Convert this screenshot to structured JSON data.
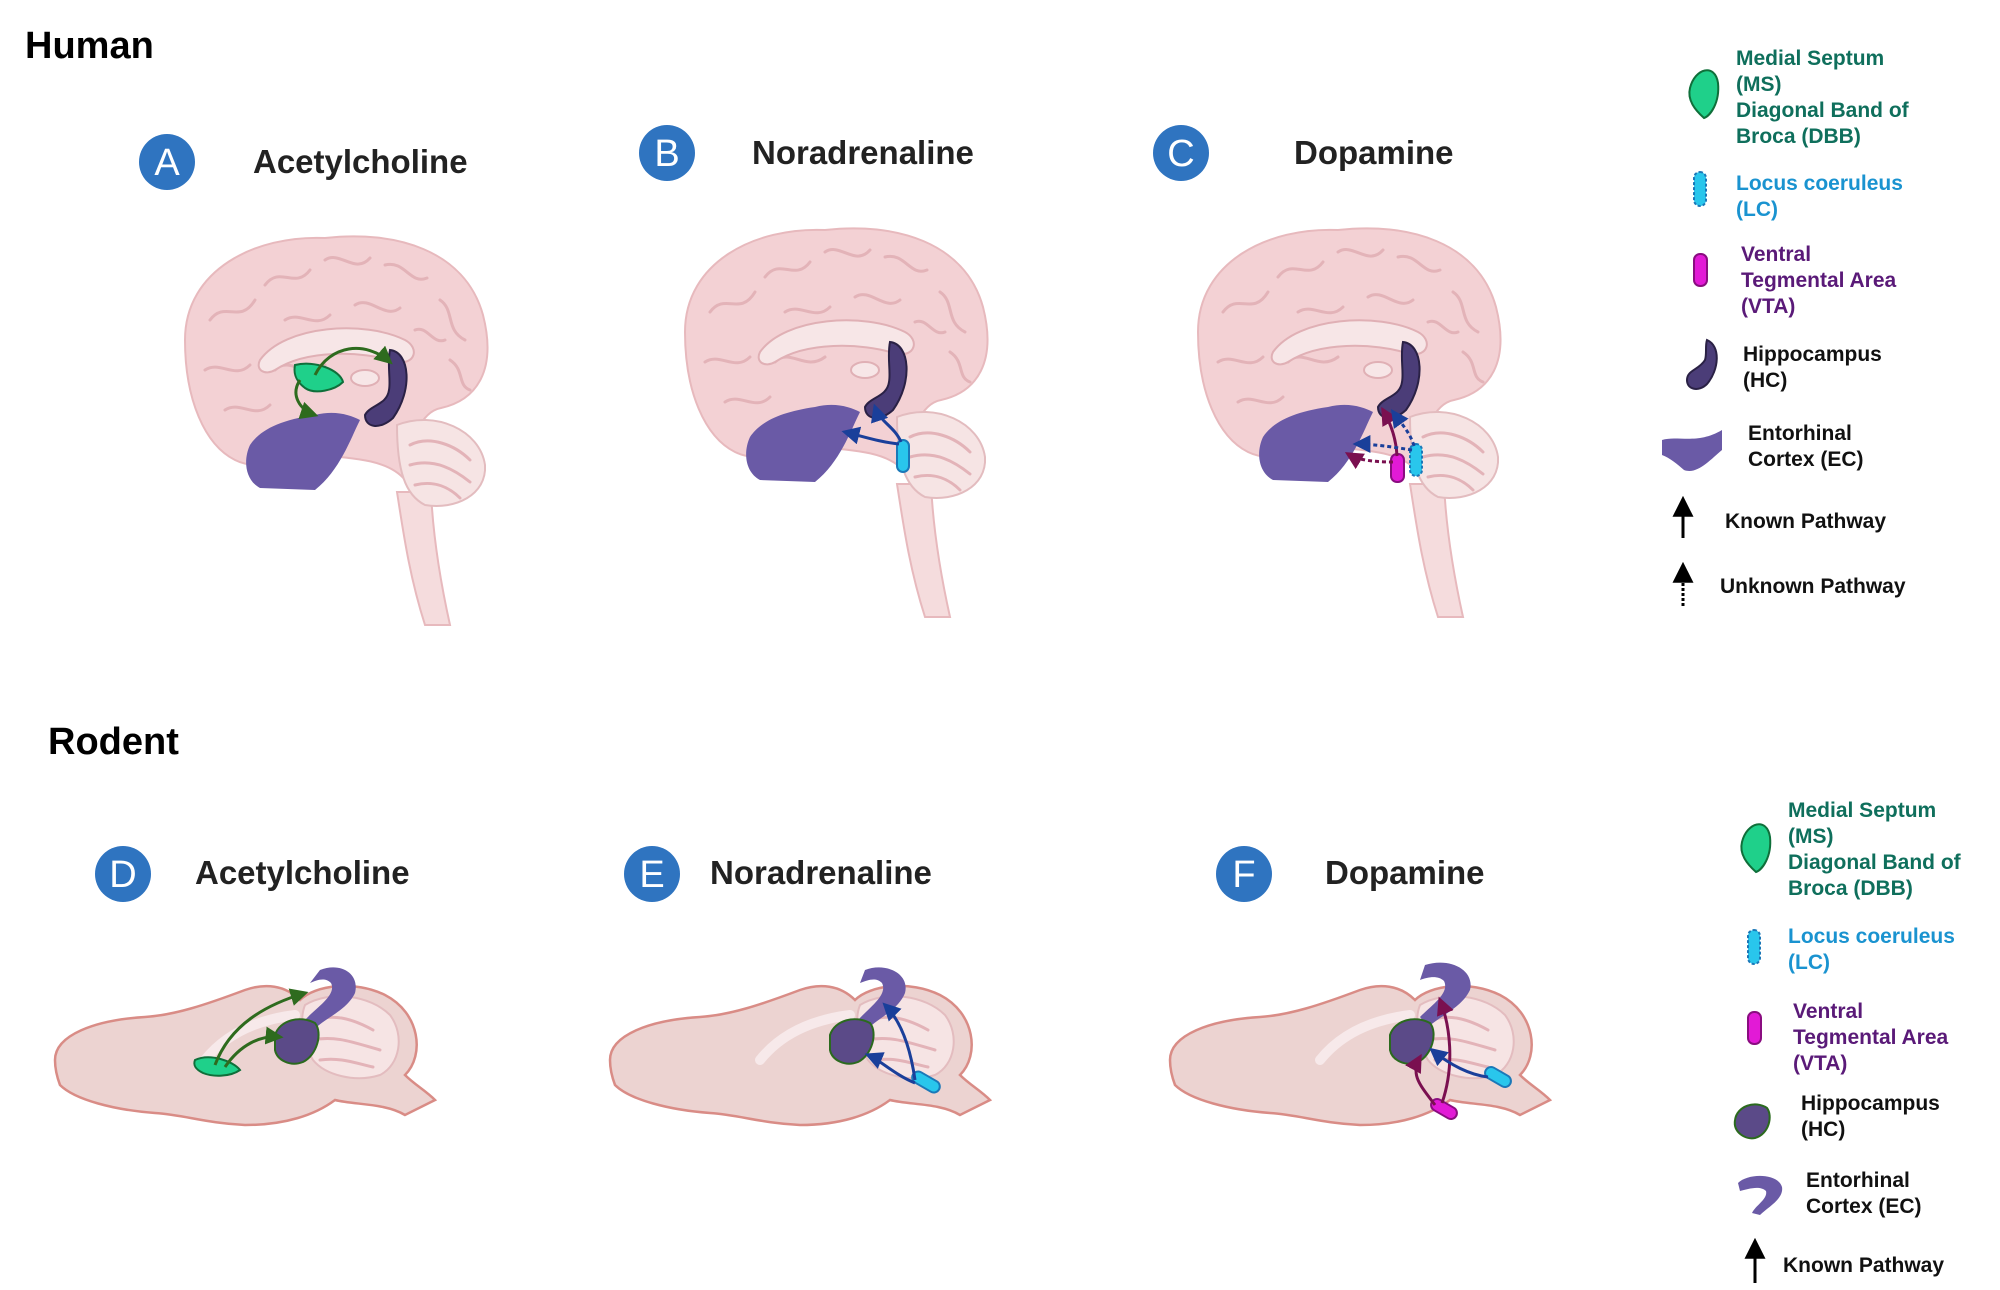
{
  "sections": {
    "human": "Human",
    "rodent": "Rodent"
  },
  "human_panels": [
    {
      "letter": "A",
      "title": "Acetylcholine"
    },
    {
      "letter": "B",
      "title": "Noradrenaline"
    },
    {
      "letter": "C",
      "title": "Dopamine"
    }
  ],
  "rodent_panels": [
    {
      "letter": "D",
      "title": "Acetylcholine"
    },
    {
      "letter": "E",
      "title": "Noradrenaline"
    },
    {
      "letter": "F",
      "title": "Dopamine"
    }
  ],
  "legend_human": {
    "ms_line1": "Medial Septum",
    "ms_line2": "(MS)",
    "ms_line3": "Diagonal Band of",
    "ms_line4": "Broca (DBB)",
    "lc_line1": "Locus coeruleus",
    "lc_line2": "(LC)",
    "vta_line1": "Ventral",
    "vta_line2": "Tegmental Area",
    "vta_line3": "(VTA)",
    "hc_line1": "Hippocampus",
    "hc_line2": "(HC)",
    "ec_line1": "Entorhinal",
    "ec_line2": "Cortex (EC)",
    "known": "Known Pathway",
    "unknown": "Unknown Pathway"
  },
  "legend_rodent": {
    "ms_line1": "Medial Septum",
    "ms_line2": "(MS)",
    "ms_line3": "Diagonal Band of",
    "ms_line4": "Broca (DBB)",
    "lc_line1": "Locus coeruleus",
    "lc_line2": "(LC)",
    "vta_line1": "Ventral",
    "vta_line2": "Tegmental Area",
    "vta_line3": "(VTA)",
    "hc_line1": "Hippocampus",
    "hc_line2": "(HC)",
    "ec_line1": "Entorhinal",
    "ec_line2": "Cortex (EC)",
    "known": "Known Pathway"
  },
  "colors": {
    "badge": "#2f74c0",
    "ms": "#1fd08a",
    "ms_text": "#0f6f5c",
    "lc": "#29c6ec",
    "lc_text": "#1a93d0",
    "vta": "#e21ad6",
    "vta_text": "#5a1a78",
    "hc": "#4b3d78",
    "ec": "#6a5aa6",
    "ach_arrow": "#2e6b1e",
    "na_arrow": "#1a3f9a",
    "da_arrow": "#7a1050"
  }
}
